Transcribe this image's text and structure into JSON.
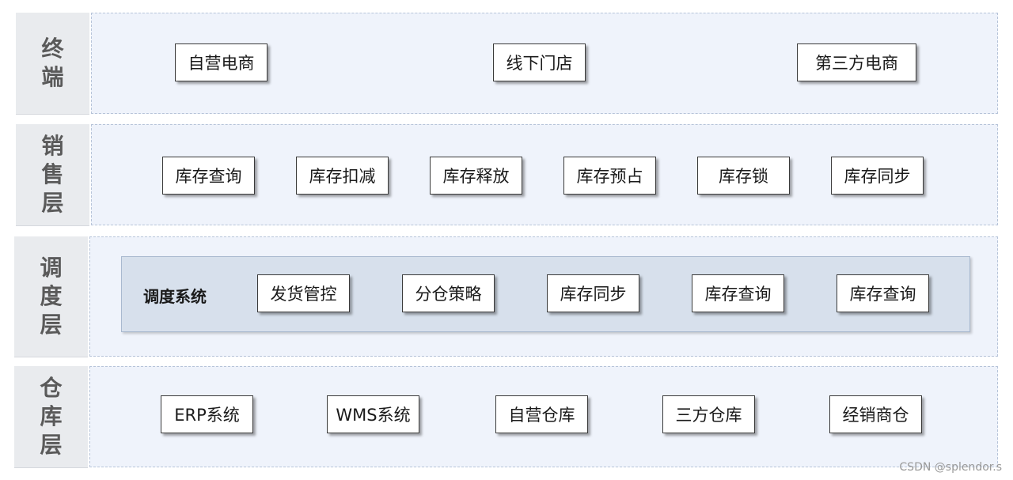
{
  "layers": [
    {
      "id": "terminal",
      "label_chars": [
        "终",
        "端"
      ],
      "items": [
        "自营电商",
        "线下门店",
        "第三方电商"
      ]
    },
    {
      "id": "sales",
      "label_chars": [
        "销",
        "售",
        "层"
      ],
      "items": [
        "库存查询",
        "库存扣减",
        "库存释放",
        "库存预占",
        "库存锁",
        "库存同步"
      ]
    },
    {
      "id": "dispatch",
      "label_chars": [
        "调",
        "度",
        "层"
      ],
      "subsystem_title": "调度系统",
      "items": [
        "发货管控",
        "分仓策略",
        "库存同步",
        "库存查询",
        "库存查询"
      ]
    },
    {
      "id": "warehouse",
      "label_chars": [
        "仓",
        "库",
        "层"
      ],
      "items": [
        "ERP系统",
        "WMS系统",
        "自营仓库",
        "三方仓库",
        "经销商仓"
      ]
    }
  ],
  "watermark": "CSDN @splendor.s"
}
